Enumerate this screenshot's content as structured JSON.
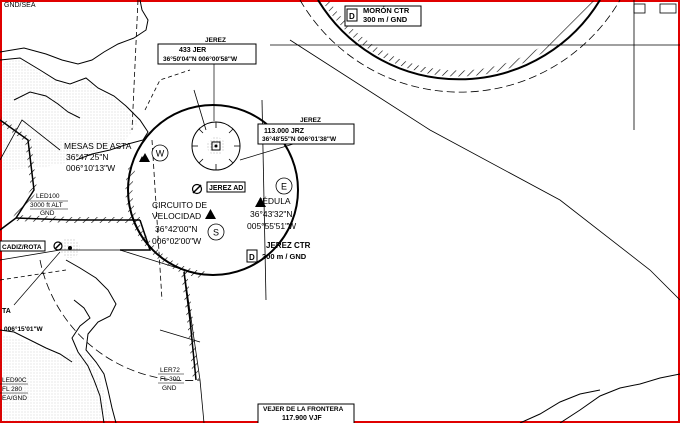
{
  "colors": {
    "frame": "#e00000",
    "ink": "#000000",
    "hatch": "#000000"
  },
  "labels": {
    "gnd_sea": "GND/SEA",
    "jerez_station_name": "JEREZ",
    "jerez_station_freq": "433 JER",
    "jerez_station_coord": "36°50'04\"N  006°00'58\"W",
    "jrz_vor_name": "JEREZ",
    "jrz_vor_freq": "113.000 JRZ",
    "jrz_vor_coord": "36°48'55\"N  006°01'38\"W",
    "moron_ctr_class": "D",
    "moron_ctr_title": "MORÓN CTR",
    "moron_ctr_limits": "300 m / GND",
    "mesas_name": "MESAS DE ASTA",
    "mesas_lat": "36°47'25\"N",
    "mesas_lon": "006°10'13\"W",
    "led100_name": "LED100",
    "led100_upper": "3000 ft ALT",
    "led100_lower": "GND",
    "jerez_ad": "JEREZ AD",
    "circuito_line1": "CIRCUITO DE",
    "circuito_line2": "VELOCIDAD",
    "circuito_lat": "36°42'00\"N",
    "circuito_lon": "006°02'00\"W",
    "jedula_name": "JÉDULA",
    "jedula_lat": "36°43'32\"N",
    "jedula_lon": "005°55'51\"W",
    "jerez_ctr_class": "D",
    "jerez_ctr_title": "JEREZ CTR",
    "jerez_ctr_limits": "300 m / GND",
    "cadiz_rota": "CADIZ/ROTA",
    "rota_fragment": "TA",
    "rota_coord": "006°15'01\"W",
    "point_w": "W",
    "point_e": "E",
    "point_s": "S",
    "ler72_name": "LER72",
    "ler72_upper": "FL 300",
    "ler72_lower": "GND",
    "led90c_name": "LED90C",
    "led90c_upper": "FL 280",
    "led90c_lower": "EA/GND",
    "vejer_name": "VEJER DE LA FRONTERA",
    "vejer_freq": "117.900 VJF"
  }
}
